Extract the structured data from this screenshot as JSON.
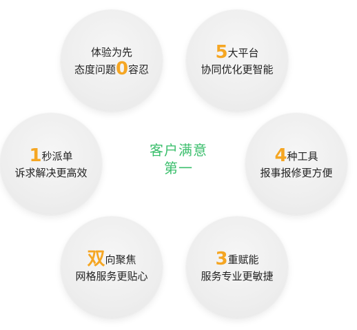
{
  "center": {
    "line1": "客户满意",
    "line2": "第一"
  },
  "accent_color": "#f5a623",
  "center_color": "#3cbf6d",
  "bubbles": [
    {
      "line1_pre": "体验为先",
      "line2_pre": "态度问题",
      "accent": "0",
      "line2_post": "容忍"
    },
    {
      "accent": "5",
      "line1_post": "大平台",
      "line2": "协同优化更智能"
    },
    {
      "accent": "1",
      "line1_post": "秒派单",
      "line2": "诉求解决更高效"
    },
    {
      "accent": "4",
      "line1_post": "种工具",
      "line2": "报事报修更方便"
    },
    {
      "accent": "双",
      "line1_post": "向聚焦",
      "line2": "网格服务更贴心"
    },
    {
      "accent": "3",
      "line1_post": "重赋能",
      "line2": "服务专业更敏捷"
    }
  ]
}
